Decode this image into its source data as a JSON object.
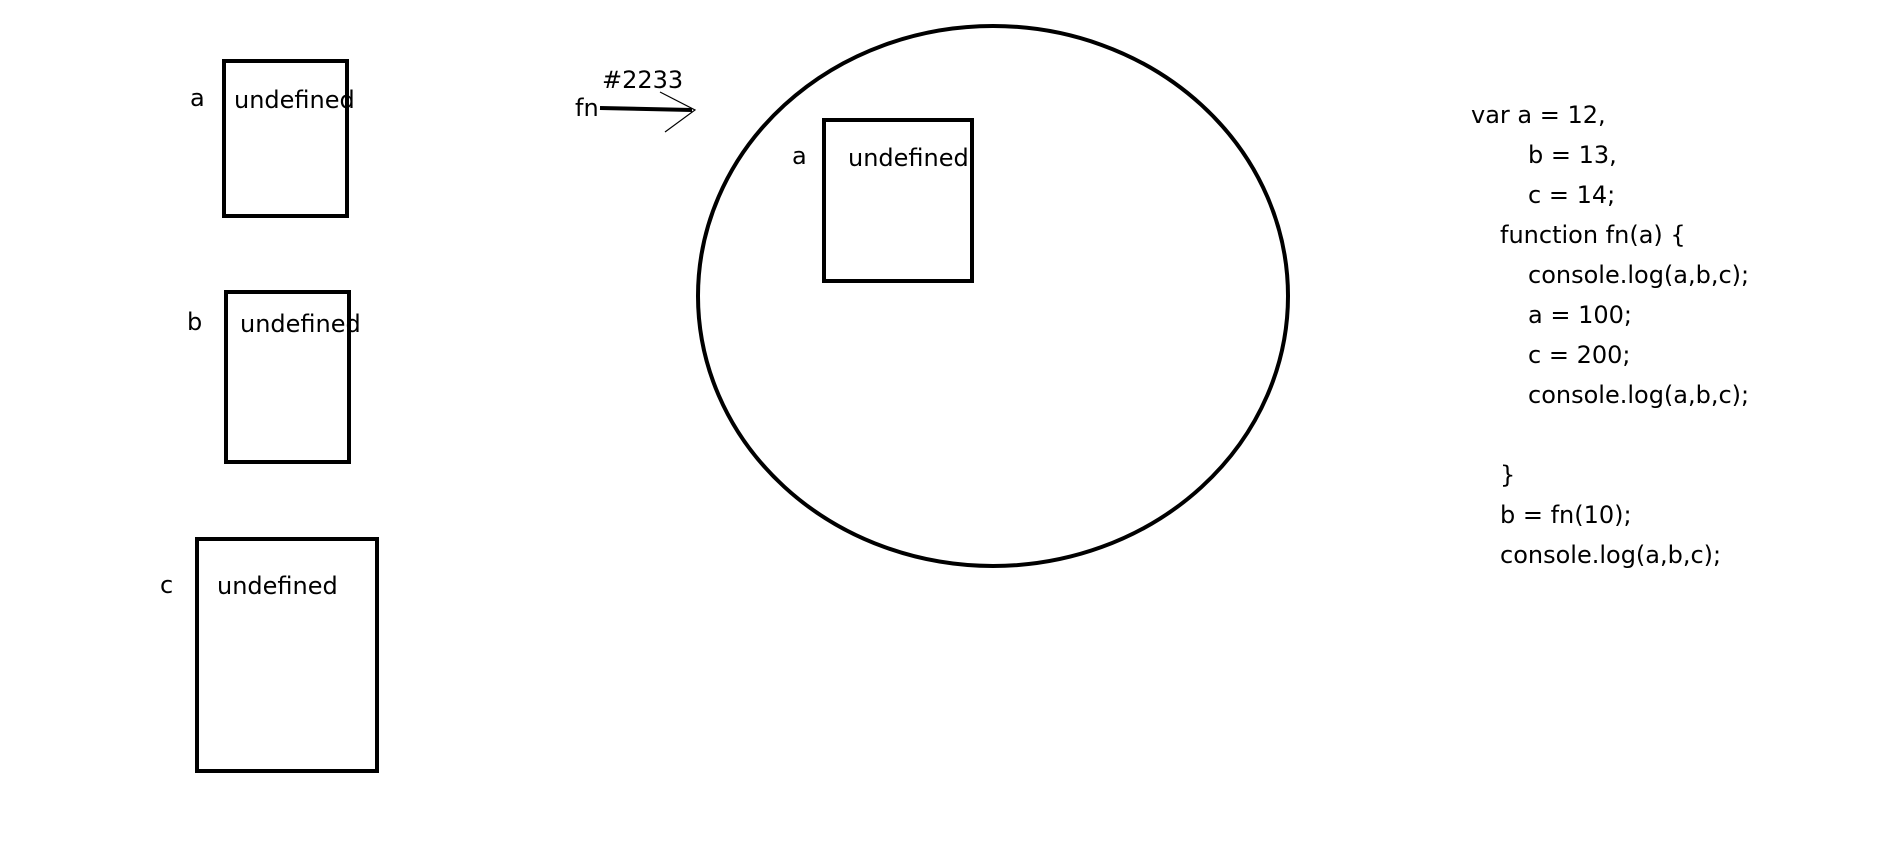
{
  "global_vars": [
    {
      "name": "a",
      "value": "undefined"
    },
    {
      "name": "b",
      "value": "undefined"
    },
    {
      "name": "c",
      "value": "undefined"
    }
  ],
  "fn": {
    "name": "fn",
    "address": "#2233"
  },
  "fn_scope": {
    "vars": [
      {
        "name": "a",
        "value": "undefined"
      }
    ]
  },
  "code": [
    "var a = 12,",
    "b = 13,",
    "c = 14;",
    "function fn(a) {",
    "console.log(a,b,c);",
    "a = 100;",
    "c = 200;",
    "console.log(a,b,c);",
    "",
    "}",
    "b = fn(10);",
    "console.log(a,b,c);"
  ]
}
